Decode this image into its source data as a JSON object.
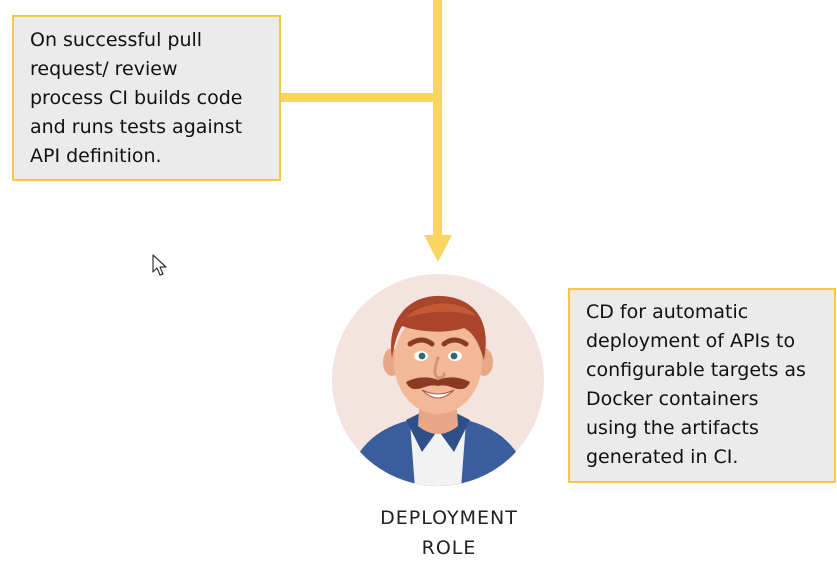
{
  "notes": {
    "ci": "On successful pull\nrequest/ review\nprocess CI builds code\nand runs tests against\nAPI definition.",
    "cd": "CD for automatic\ndeployment of APIs to\nconfigurable targets as\nDocker containers\nusing the artifacts\ngenerated in CI."
  },
  "role": {
    "label": "DEPLOYMENT\nROLE",
    "icon": "person-avatar-icon"
  },
  "colors": {
    "connector": "#fbd562",
    "note_border": "#f7c842",
    "note_fill": "#ebebeb",
    "avatar_bg": "#f4e4df"
  }
}
